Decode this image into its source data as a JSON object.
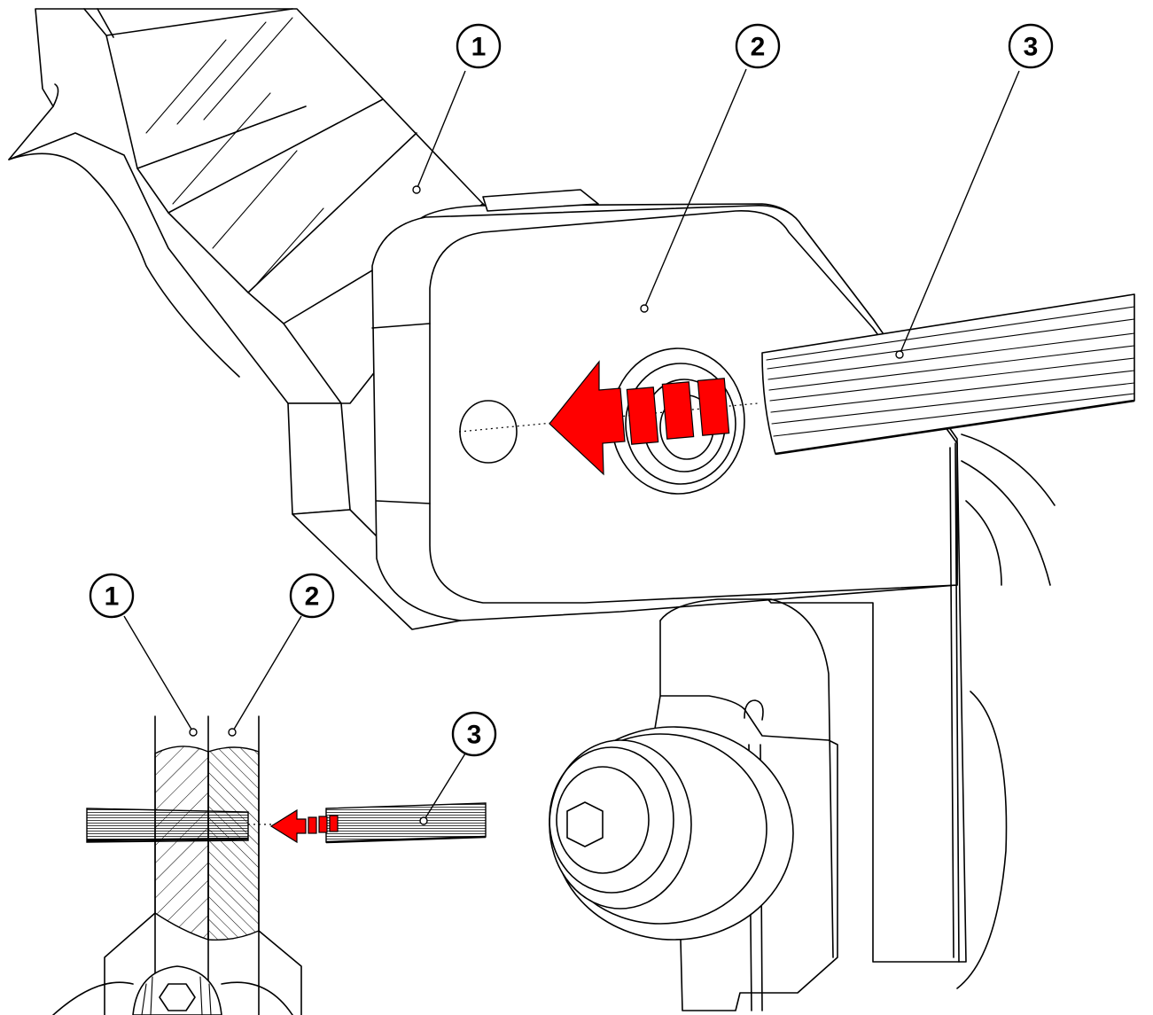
{
  "callouts": {
    "main_1": "1",
    "main_2": "2",
    "main_3": "3",
    "detail_1": "1",
    "detail_2": "2",
    "detail_3": "3"
  },
  "colors": {
    "line": "#000000",
    "arrow": "#ff0000",
    "background": "#ffffff"
  }
}
